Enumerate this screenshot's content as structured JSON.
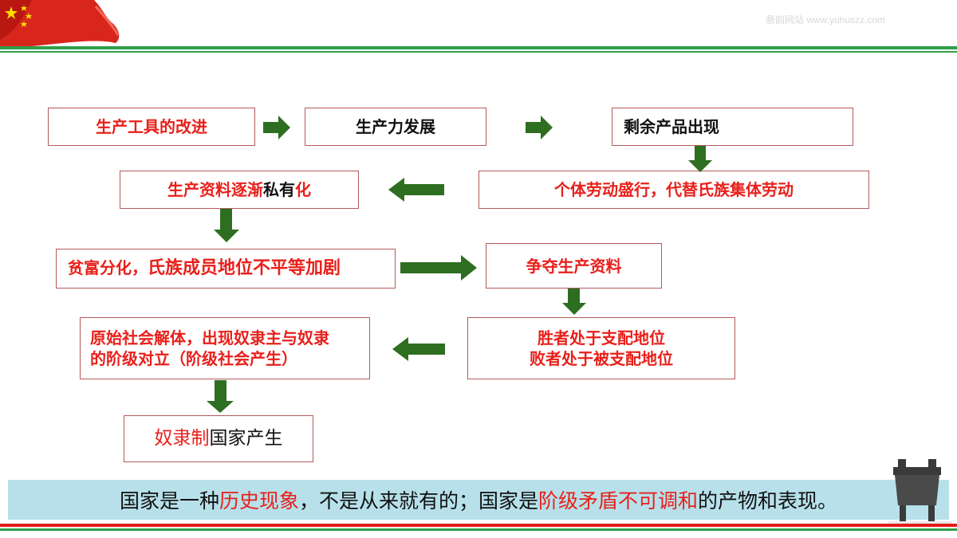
{
  "watermark": "悬韵网站 www.yuhuszz.com",
  "diagram": {
    "row1": {
      "tools": "生产工具的改进",
      "productivity": "生产力发展",
      "surplus": "剩余产品出现"
    },
    "row2": {
      "private_pre": "生产资料逐渐",
      "private_post": "私有",
      "private_end": "化",
      "individual": "个体劳动盛行，代替氏族集体劳动"
    },
    "row3": {
      "gap_pre": "贫富分化，",
      "gap_post": "氏族成员地位不平等加剧",
      "compete": "争夺生产资料"
    },
    "row4": {
      "disintegrate_line1": "原始社会解体，出现奴隶主与奴隶",
      "disintegrate_line2": "的阶级对立（阶级社会产生）",
      "winner": "胜者处于支配地位",
      "loser": "败者处于被支配地位"
    },
    "row5": {
      "slave_red": "奴隶制",
      "slave_black": "国家产生"
    }
  },
  "conclusion": {
    "p1": "国家是一种",
    "p2": "历史现象",
    "p3": "，不是从来就有的；国家是",
    "p4": "阶级矛盾不可调和",
    "p5": "的产物和表现。"
  },
  "colors": {
    "box_border": "#b45a5a",
    "arrow": "#2e6e20",
    "red": "#e8201b",
    "band": "#b7e0ea",
    "green_line": "#2f9e48"
  }
}
